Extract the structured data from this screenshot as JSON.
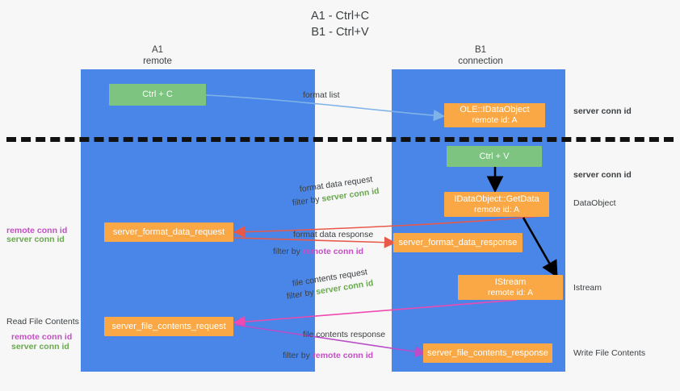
{
  "title": "A1 - Ctrl+C\nB1 - Ctrl+V",
  "lanes": [
    {
      "name": "A1",
      "sub": "remote",
      "header": "A1\nremote"
    },
    {
      "name": "B1",
      "sub": "connection",
      "header": "B1\nconnection"
    }
  ],
  "colors": {
    "lane": "#4a86e8",
    "green_box": "#7cc47f",
    "orange_box": "#f9a845",
    "server_conn": "#6aa84f",
    "remote_conn": "#c54ec5",
    "arrow_blue": "#7fb3e8",
    "arrow_red": "#e8594a",
    "arrow_pink": "#ee4ab0",
    "arrow_purple": "#b94ec8",
    "arrow_black": "#000000",
    "divider": "#111111",
    "background": "#f7f7f7"
  },
  "boxes": {
    "ctrl_c": {
      "line1": "Ctrl + C",
      "line2": ""
    },
    "idataobject": {
      "line1": "OLE::IDataObject",
      "line2": "remote id: A"
    },
    "ctrl_v": {
      "line1": "Ctrl + V",
      "line2": ""
    },
    "getdata": {
      "line1": "IDataObject::GetData",
      "line2": "remote id: A"
    },
    "server_format_data_request": {
      "line1": "server_format_data_request",
      "line2": ""
    },
    "server_format_data_response": {
      "line1": "server_format_data_response",
      "line2": ""
    },
    "istream": {
      "line1": "IStream",
      "line2": "remote id: A"
    },
    "server_file_contents_request": {
      "line1": "server_file_contents_request",
      "line2": ""
    },
    "server_file_contents_response": {
      "line1": "server_file_contents_response",
      "line2": ""
    }
  },
  "edge_notes": {
    "format_list": "format list",
    "format_data_request": "format data request",
    "format_data_request_filter_prefix": "filter by ",
    "format_data_request_filter_value": "server conn id",
    "format_data_response": "format data response",
    "format_data_response_filter_prefix": "filter by ",
    "format_data_response_filter_value": "remote conn id",
    "file_contents_request": "file contents request",
    "file_contents_request_filter_prefix": "filter by ",
    "file_contents_request_filter_value": "server conn id",
    "file_contents_response": "file contents response",
    "file_contents_response_filter_prefix": "filter by ",
    "file_contents_response_filter_value": "remote conn id"
  },
  "right_labels": {
    "server_conn_top": "server conn id",
    "server_conn_second": "server conn id",
    "dataobject": "DataObject",
    "istream": "Istream",
    "write_file_contents": "Write File Contents"
  },
  "left_labels": {
    "remote_conn_mid": "remote conn id",
    "server_conn_mid": "server conn id",
    "read_file_contents": "Read File Contents",
    "remote_conn_bottom": "remote conn id",
    "server_conn_bottom": "server conn id"
  }
}
